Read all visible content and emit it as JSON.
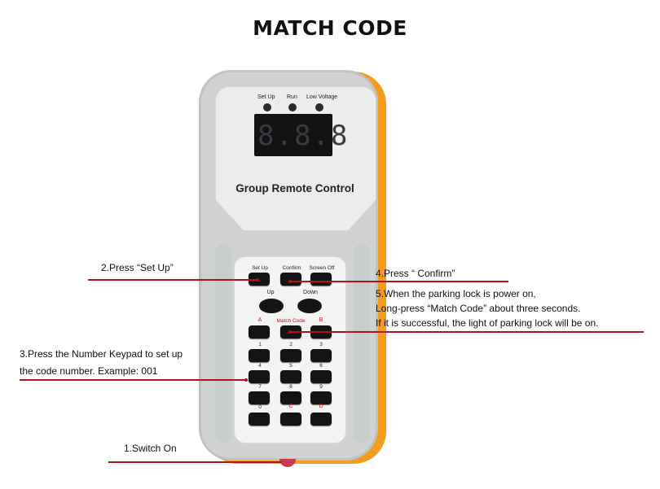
{
  "title": "MATCH CODE",
  "device": {
    "leds": [
      "Set Up",
      "Run",
      "Low Voltage"
    ],
    "display": "8.8.8",
    "label": "Group Remote Control",
    "keypad": {
      "top_keys": [
        "Set Up",
        "Confirm",
        "Screen Off"
      ],
      "arrow_keys": [
        "Up",
        "Down"
      ],
      "row_a": [
        "A",
        "Match Code",
        "B"
      ],
      "numbers": [
        "1",
        "2",
        "3",
        "4",
        "5",
        "6",
        "7",
        "8",
        "9",
        "0",
        "C",
        "D"
      ]
    }
  },
  "annotations": {
    "step1": "1.Switch On",
    "step2": "2.Press “Set Up”",
    "step3_line1": "3.Press the Number Keypad to set up",
    "step3_line2": "the code number. Example: 001",
    "step4": "4.Press “ Confirm”",
    "step5_line1": "5.When the parking lock is power on,",
    "step5_line2": "Long-press “Match Code” about three seconds.",
    "step5_line3": "If it is successful, the light of parking lock will be on."
  },
  "colors": {
    "accent_line": "#b01419",
    "bumper": "#f39c1e",
    "body": "#cfd2d0",
    "key_label_red": "#c0161a"
  }
}
